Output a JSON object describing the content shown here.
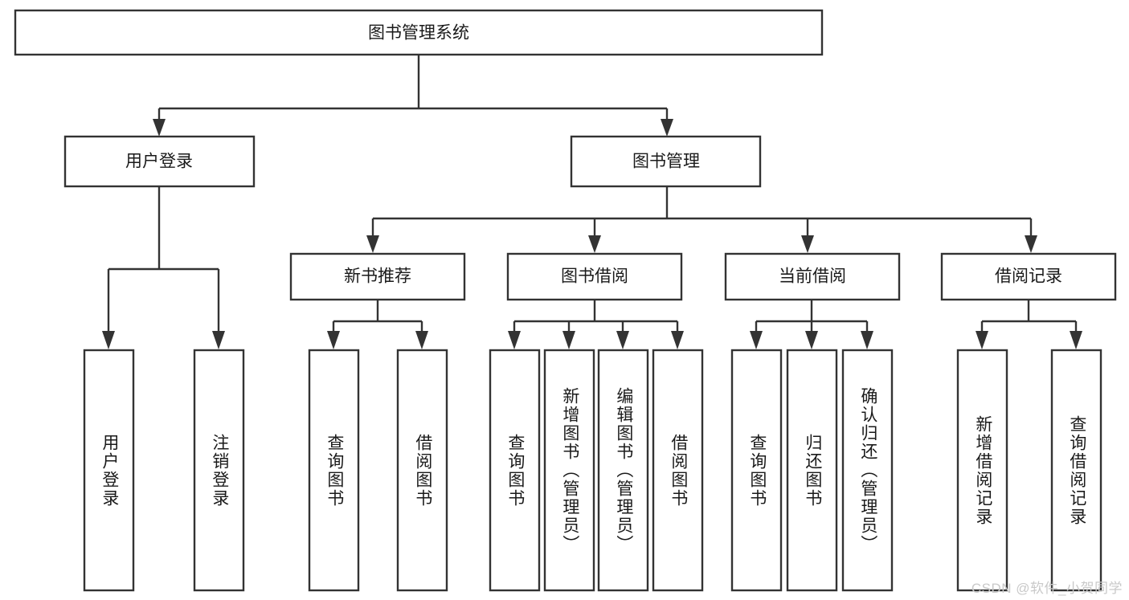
{
  "diagram": {
    "type": "tree-hierarchy",
    "title": "图书管理系统",
    "root": {
      "label": "图书管理系统"
    },
    "level2": [
      {
        "label": "用户登录"
      },
      {
        "label": "图书管理"
      }
    ],
    "level3": [
      {
        "label": "新书推荐"
      },
      {
        "label": "图书借阅"
      },
      {
        "label": "当前借阅"
      },
      {
        "label": "借阅记录"
      }
    ],
    "leaves": {
      "user_login": [
        {
          "label": "用户登录"
        },
        {
          "label": "注销登录"
        }
      ],
      "new_book_recommend": [
        {
          "label": "查询图书"
        },
        {
          "label": "借阅图书"
        }
      ],
      "book_borrow": [
        {
          "label": "查询图书"
        },
        {
          "label": "新增图书（管理员）"
        },
        {
          "label": "编辑图书（管理员）"
        },
        {
          "label": "借阅图书"
        }
      ],
      "current_borrow": [
        {
          "label": "查询图书"
        },
        {
          "label": "归还图书"
        },
        {
          "label": "确认归还（管理员）"
        }
      ],
      "borrow_record": [
        {
          "label": "新增借阅记录"
        },
        {
          "label": "查询借阅记录"
        }
      ]
    },
    "watermark": "CSDN @软件_小贺同学",
    "colors": {
      "stroke": "#333333",
      "fill": "#ffffff",
      "text": "#1a1a1a",
      "watermark": "#c9c9c9"
    }
  }
}
